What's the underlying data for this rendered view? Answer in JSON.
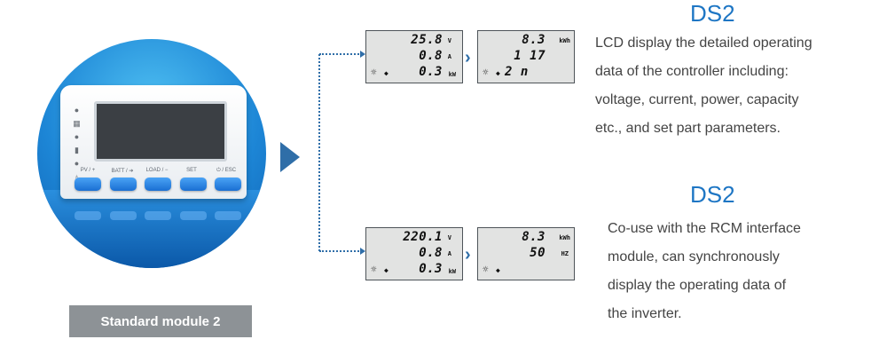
{
  "device": {
    "button_labels": [
      "PV / +",
      "BATT / ➔",
      "LOAD / −",
      "SET",
      "⏻ / ESC"
    ],
    "caption": "Standard module 2"
  },
  "panels": [
    {
      "lines": [
        [
          "25.8",
          "V"
        ],
        [
          "0.8",
          "A"
        ],
        [
          "0.3",
          "kW"
        ]
      ]
    },
    {
      "lines": [
        [
          "8.3",
          "kWh"
        ],
        [
          "1 17",
          ""
        ],
        [
          "2 n",
          ""
        ]
      ]
    },
    {
      "lines": [
        [
          "220.1",
          "V"
        ],
        [
          "0.8",
          "A"
        ],
        [
          "0.3",
          "kW"
        ]
      ]
    },
    {
      "lines": [
        [
          "8.3",
          "kWh"
        ],
        [
          "50",
          "HZ"
        ],
        [
          "",
          ""
        ]
      ]
    }
  ],
  "section1": {
    "title": "DS2",
    "lines": [
      "LCD display the detailed operating",
      "data of the controller including:",
      "voltage, current, power, capacity",
      "etc., and set part parameters."
    ]
  },
  "section2": {
    "title": "DS2",
    "lines": [
      "Co-use with the RCM interface",
      "module, can synchronously",
      "display the operating data of",
      "the inverter."
    ]
  },
  "colors": {
    "accent": "#1e76c4",
    "arrow": "#2f6ea8",
    "device_blue": "#1d86d6",
    "caption_bg": "#8d9296"
  }
}
